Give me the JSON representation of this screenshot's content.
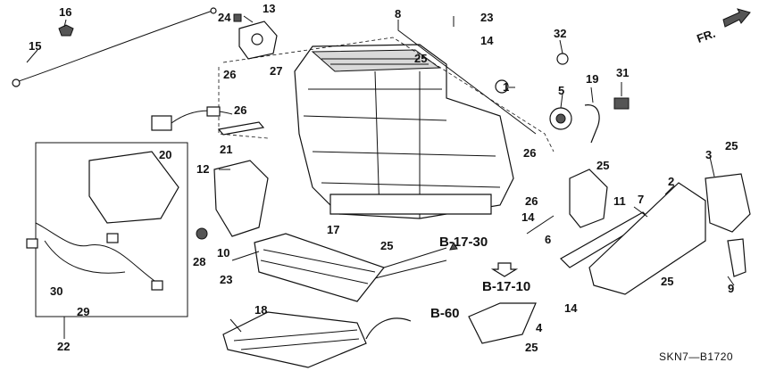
{
  "callouts": [
    "1",
    "2",
    "3",
    "4",
    "5",
    "6",
    "7",
    "8",
    "9",
    "10",
    "11",
    "12",
    "13",
    "14",
    "14",
    "14",
    "15",
    "16",
    "17",
    "18",
    "19",
    "20",
    "21",
    "22",
    "23",
    "23",
    "24",
    "25",
    "25",
    "25",
    "25",
    "25",
    "25",
    "26",
    "26",
    "26",
    "26",
    "27",
    "28",
    "29",
    "30",
    "31",
    "32"
  ],
  "references": {
    "b1730": "B-17-30",
    "b1710": "B-17-10",
    "b60": "B-60"
  },
  "direction_label": "FR.",
  "diagram_code": "SKN7—B1720"
}
